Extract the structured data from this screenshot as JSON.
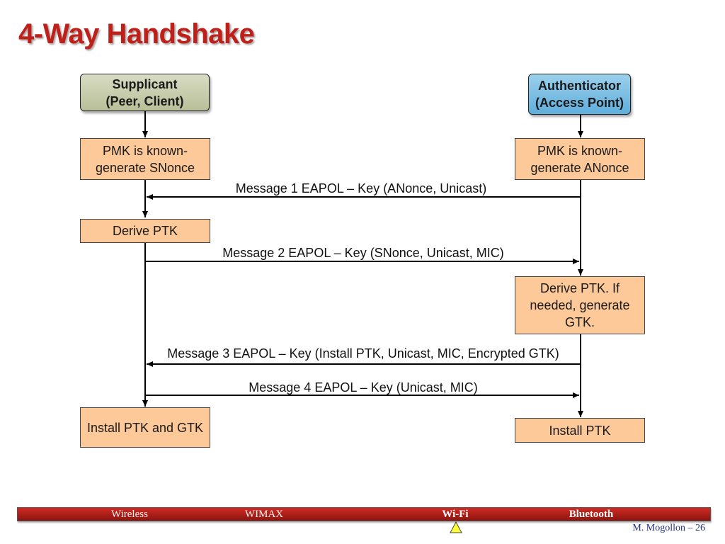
{
  "title": "4-Way Handshake",
  "supplicant": {
    "line1": "Supplicant",
    "line2": "(Peer, Client)"
  },
  "authenticator": {
    "line1": "Authenticator",
    "line2": "(Access Point)"
  },
  "supplicant_steps": {
    "pmk": "PMK is known- generate SNonce",
    "derive": "Derive PTK",
    "install": "Install PTK and GTK"
  },
  "authenticator_steps": {
    "pmk": "PMK is known- generate ANonce",
    "derive": "Derive PTK. If needed, generate GTK.",
    "install": "Install PTK"
  },
  "messages": {
    "m1": "Message 1 EAPOL – Key (ANonce, Unicast)",
    "m2": "Message 2 EAPOL – Key (SNonce, Unicast, MIC)",
    "m3": "Message 3 EAPOL – Key (Install PTK, Unicast, MIC, Encrypted GTK)",
    "m4": "Message 4 EAPOL – Key (Unicast, MIC)"
  },
  "footer": {
    "nav": [
      "Wireless",
      "WIMAX",
      "Wi-Fi",
      "Bluetooth"
    ],
    "active": "Wi-Fi",
    "credit": "M. Mogollon – 26"
  },
  "colors": {
    "title": "#c0201a",
    "supplicant_box": "#c9ceae",
    "authenticator_box": "#7fc0e4",
    "step_box": "#fdc998",
    "footer_bar": "#b01e18"
  }
}
